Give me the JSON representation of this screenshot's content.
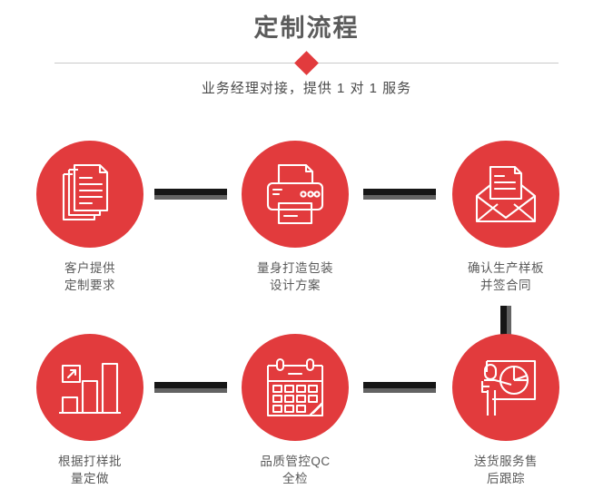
{
  "header": {
    "title": "定制流程",
    "subtitle": "业务经理对接，提供 1 对 1 服务",
    "divider_icon": "diamond-icon"
  },
  "colors": {
    "accent_red": "#e23b3d",
    "title_gray": "#5b5b5b",
    "label_gray": "#595959",
    "connector_dark": "#161616",
    "connector_shadow": "#636363",
    "divider_line": "#c9c9c9",
    "background": "#ffffff"
  },
  "flow": {
    "steps": [
      {
        "index": "1",
        "icon": "documents-stack-icon",
        "label": "客户提供\n定制要求"
      },
      {
        "index": "2",
        "icon": "printer-icon",
        "label": "量身打造包装\n设计方案"
      },
      {
        "index": "3",
        "icon": "envelope-document-icon",
        "label": "确认生产样板\n并签合同"
      },
      {
        "index": "4",
        "icon": "bar-chart-growth-icon",
        "label": "根据打样批\n量定做"
      },
      {
        "index": "5",
        "icon": "calendar-icon",
        "label": "品质管控QC\n全检"
      },
      {
        "index": "6",
        "icon": "presenter-piechart-icon",
        "label": "送货服务售\n后跟踪"
      }
    ],
    "connectors": [
      {
        "name": "connector-step1-step2",
        "direction": "horizontal"
      },
      {
        "name": "connector-step2-step3",
        "direction": "horizontal"
      },
      {
        "name": "connector-step3-step6",
        "direction": "vertical"
      },
      {
        "name": "connector-step4-step5",
        "direction": "horizontal"
      },
      {
        "name": "connector-step5-step6",
        "direction": "horizontal"
      }
    ]
  }
}
